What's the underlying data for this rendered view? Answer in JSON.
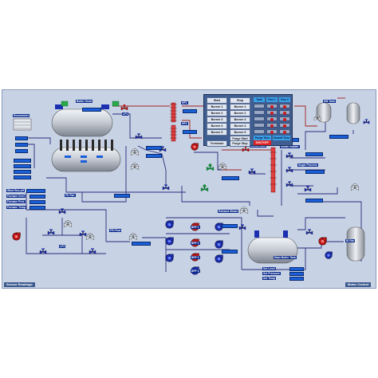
{
  "panel": {
    "header_1": "Start",
    "header_2": "Stop",
    "header_3": "Tank",
    "header_4": "Run 1",
    "header_5": "Run 2",
    "burners": [
      "Burner 1",
      "Burner 2",
      "Burner 3",
      "Burner 4",
      "Burner 5"
    ],
    "purge_start": "Purge Start",
    "purge_stop": "Purge Stop",
    "purge_time": "Purge Time",
    "shutoff": "Shutoff Time",
    "terminate": "Terminate",
    "alarm": "SHUTOFF"
  },
  "labels": {
    "boiler_drum": "Boiler Drum",
    "economizer": "Economizer",
    "steam_header": "Steam Header",
    "sugar_process": "Sugar Process",
    "main_boiler_tank": "Main Boiler Tank",
    "exhaust_steam": "Exhaust Steam",
    "condensate": "Condensate",
    "de_tank": "DM Tank",
    "lp1": "LP1",
    "lp2": "LP2",
    "hp1": "HP1",
    "hp2": "HP2",
    "fd_fan": "FD Fan",
    "id_fan": "ID Fan",
    "flow": "FR-Flow",
    "wind_box": "Wind Box pH",
    "furnace_level": "Furnace level",
    "furnace_pres": "Furnace Pres",
    "furnace_temp": "Furnace Temp",
    "bfp_1": "BFP 1",
    "bfp_2": "BFP 2",
    "bfp_3": "BFP 3",
    "bfp_4": "BFP 4",
    "set_level": "Set Level",
    "set_pressure": "Set Pressure",
    "set_temp": "Set Temp"
  },
  "footer": {
    "sensor_readings": "Sensor Readings",
    "motor_control": "Motor Control"
  },
  "colors": {
    "background": "#c7d3e5",
    "pipe": "#2b2b7a",
    "steam_pipe": "#a02020",
    "panel": "#3f5e91",
    "alarm": "#e02020",
    "pump_blue": "#1b2fb0",
    "pump_red": "#c01818"
  }
}
